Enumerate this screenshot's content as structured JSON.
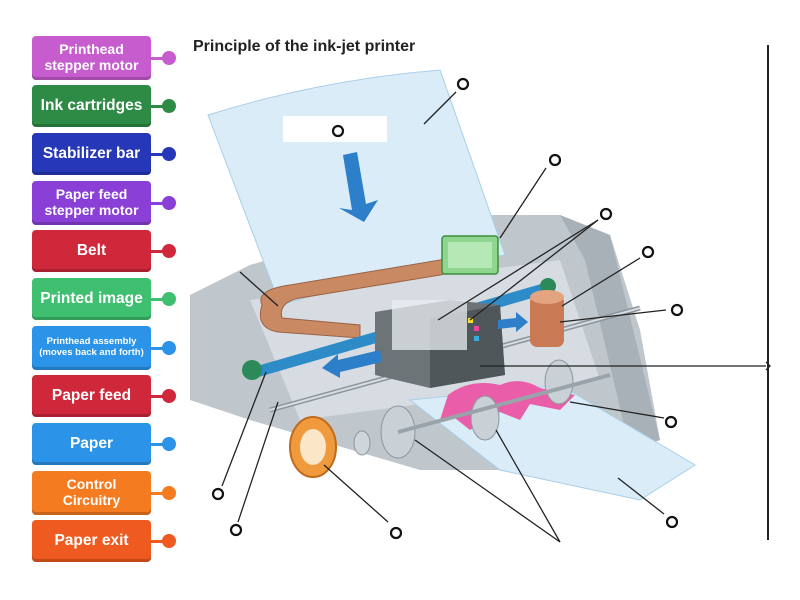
{
  "title": "Principle of the ink-jet printer",
  "labels": [
    {
      "text": "Printhead stepper motor",
      "color": "#c65ccd",
      "dot": "#c65ccd"
    },
    {
      "text": "Ink cartridges",
      "color": "#2e8b45",
      "dot": "#2e8b45"
    },
    {
      "text": "Stabilizer bar",
      "color": "#2637b8",
      "dot": "#2637b8"
    },
    {
      "text": "Paper feed stepper motor",
      "color": "#8a3fd6",
      "dot": "#8a3fd6"
    },
    {
      "text": "Belt",
      "color": "#d0283b",
      "dot": "#d0283b"
    },
    {
      "text": "Printed image",
      "color": "#3fbf70",
      "dot": "#3fbf70"
    },
    {
      "text": "Printhead assembly (moves back and forth)",
      "color": "#2b93e8",
      "dot": "#2b93e8"
    },
    {
      "text": "Paper feed",
      "color": "#d0283b",
      "dot": "#d0283b"
    },
    {
      "text": "Paper",
      "color": "#2b93e8",
      "dot": "#2b93e8"
    },
    {
      "text": "Control Circuitry",
      "color": "#f47b20",
      "dot": "#f47b20"
    },
    {
      "text": "Paper exit",
      "color": "#ee5a1f",
      "dot": "#ee5a1f"
    }
  ]
}
